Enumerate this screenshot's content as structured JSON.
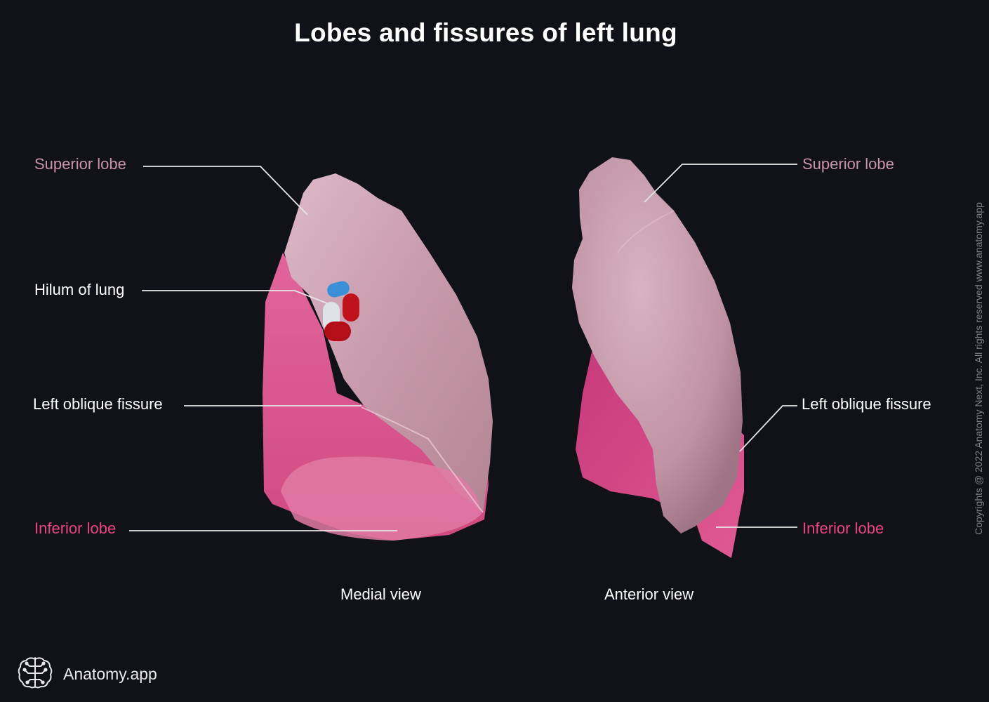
{
  "title": "Lobes and fissures of left lung",
  "medial": {
    "superior_lobe": "Superior lobe",
    "hilum": "Hilum of lung",
    "oblique_fissure": "Left oblique fissure",
    "inferior_lobe": "Inferior lobe",
    "caption": "Medial view"
  },
  "anterior": {
    "superior_lobe": "Superior lobe",
    "oblique_fissure": "Left oblique fissure",
    "inferior_lobe": "Inferior lobe",
    "caption": "Anterior view"
  },
  "copyright": "Copyrights @ 2022 Anatomy Next, Inc. All rights reserved www.anatomy.app",
  "brand": {
    "name": "Anatomy.app",
    "icon": "brain-icon"
  },
  "colors": {
    "background": "#101217",
    "superior_label": "#c794ab",
    "inferior_label": "#e84486",
    "superior_lobe": "#c99aac",
    "inferior_lobe": "#d94d86",
    "vein": "#3a8fd8",
    "artery": "#c0121c",
    "bronchus": "#dfe2e6"
  }
}
